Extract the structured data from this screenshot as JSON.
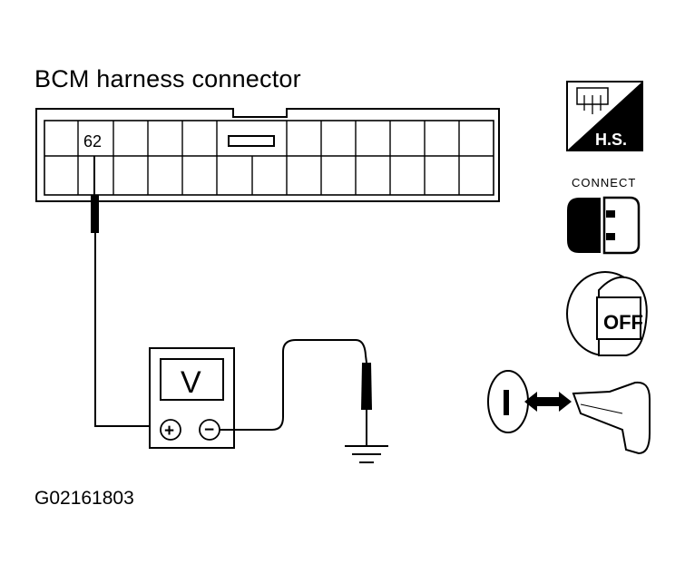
{
  "title": "BCM harness connector",
  "pin_label": "62",
  "meter_label": "V",
  "plus_label": "+",
  "minus_label": "−",
  "figure_code": "G02161803",
  "icons": {
    "harness_side": "H.S.",
    "connect": "CONNECT",
    "ignition": "OFF"
  },
  "icon_names": [
    "harness-side-icon",
    "connect-icon",
    "ignition-off-icon",
    "key-insert-icon"
  ]
}
